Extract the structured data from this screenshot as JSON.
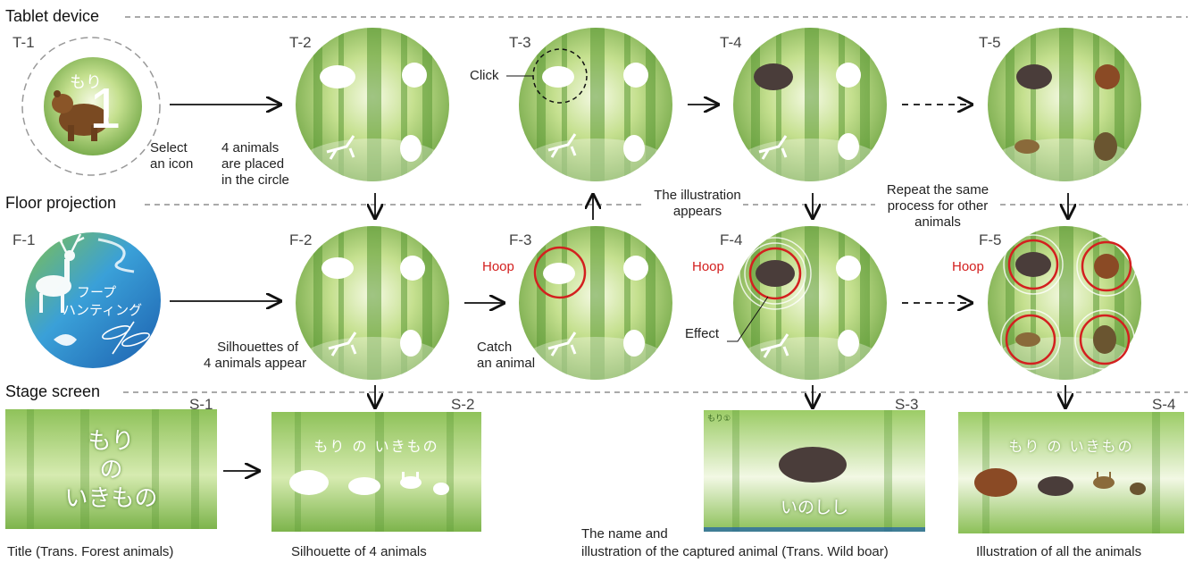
{
  "sections": {
    "tablet": "Tablet device",
    "floor": "Floor projection",
    "stage": "Stage screen"
  },
  "labels": {
    "t1": "T-1",
    "t2": "T-2",
    "t3": "T-3",
    "t4": "T-4",
    "t5": "T-5",
    "f1": "F-1",
    "f2": "F-2",
    "f3": "F-3",
    "f4": "F-4",
    "f5": "F-5",
    "s1": "S-1",
    "s2": "S-2",
    "s3": "S-3",
    "s4": "S-4"
  },
  "notes": {
    "select_icon": "Select\nan icon",
    "placed": "4 animals\nare placed\nin the circle",
    "click": "Click",
    "illustration_appears": "The illustration\nappears",
    "repeat": "Repeat the same\nprocess for other\nanimals",
    "silhouettes_appear": "Silhouettes of\n4 animals appear",
    "catch": "Catch\nan animal",
    "hoop": "Hoop",
    "effect": "Effect"
  },
  "tablet_icon": {
    "text": "もり",
    "number": "1"
  },
  "floor_title_icon": {
    "line1": "フープ",
    "line2": "ハンティング"
  },
  "screens": {
    "s1_title": [
      "もり",
      "の",
      "いきもの"
    ],
    "s2_title": "もり の いきもの",
    "s3_corner": "もり①",
    "s3_name": "いのしし",
    "s4_title": "もり の いきもの"
  },
  "captions": {
    "s1": "Title  (Trans. Forest animals)",
    "s2": "Silhouette of 4 animals",
    "s3_line1": "The name and",
    "s3_line2": "illustration of the captured animal (Trans. Wild boar)",
    "s4": "Illustration of all the animals"
  },
  "colors": {
    "forest_light": "#e8f3c8",
    "forest_mid": "#a9cf6a",
    "forest_dark": "#5f9a3a",
    "hoop_red": "#d3201f",
    "label_gray": "#444444"
  }
}
